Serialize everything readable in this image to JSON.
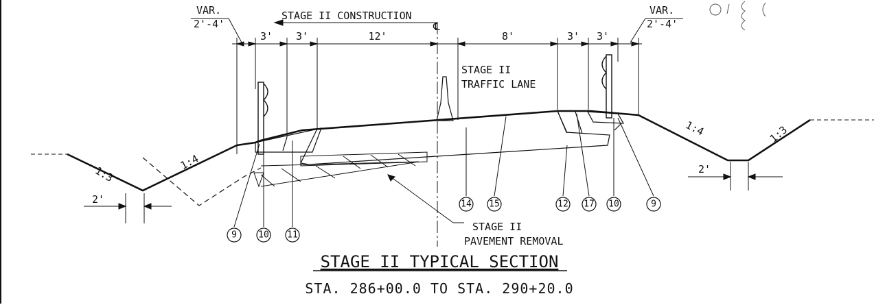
{
  "drawing": {
    "title": "STAGE II TYPICAL SECTION",
    "subtitle": "STA. 286+00.0 TO STA. 290+20.0",
    "header_label": "STAGE II CONSTRUCTION",
    "centerline_symbol": "℄",
    "traffic_lane_line1": "STAGE II",
    "traffic_lane_line2": "TRAFFIC LANE",
    "pavement_removal_line1": "STAGE II",
    "pavement_removal_line2": "PAVEMENT REMOVAL",
    "var_left_line1": "VAR.",
    "var_left_line2": "2'-4'",
    "var_right_line1": "VAR.",
    "var_right_line2": "2'-4'",
    "dims": [
      "3'",
      "3'",
      "12'",
      "8'",
      "3'",
      "3'"
    ],
    "slopes": {
      "left_ditch_side": "1:3",
      "left_foreslope": "1:4",
      "right_foreslope": "1:4",
      "right_backslope": "1:3"
    },
    "ditch_width_left": "2'",
    "ditch_width_right": "2'",
    "callouts": [
      "9",
      "10",
      "11",
      "14",
      "15",
      "12",
      "17",
      "10",
      "9"
    ]
  }
}
